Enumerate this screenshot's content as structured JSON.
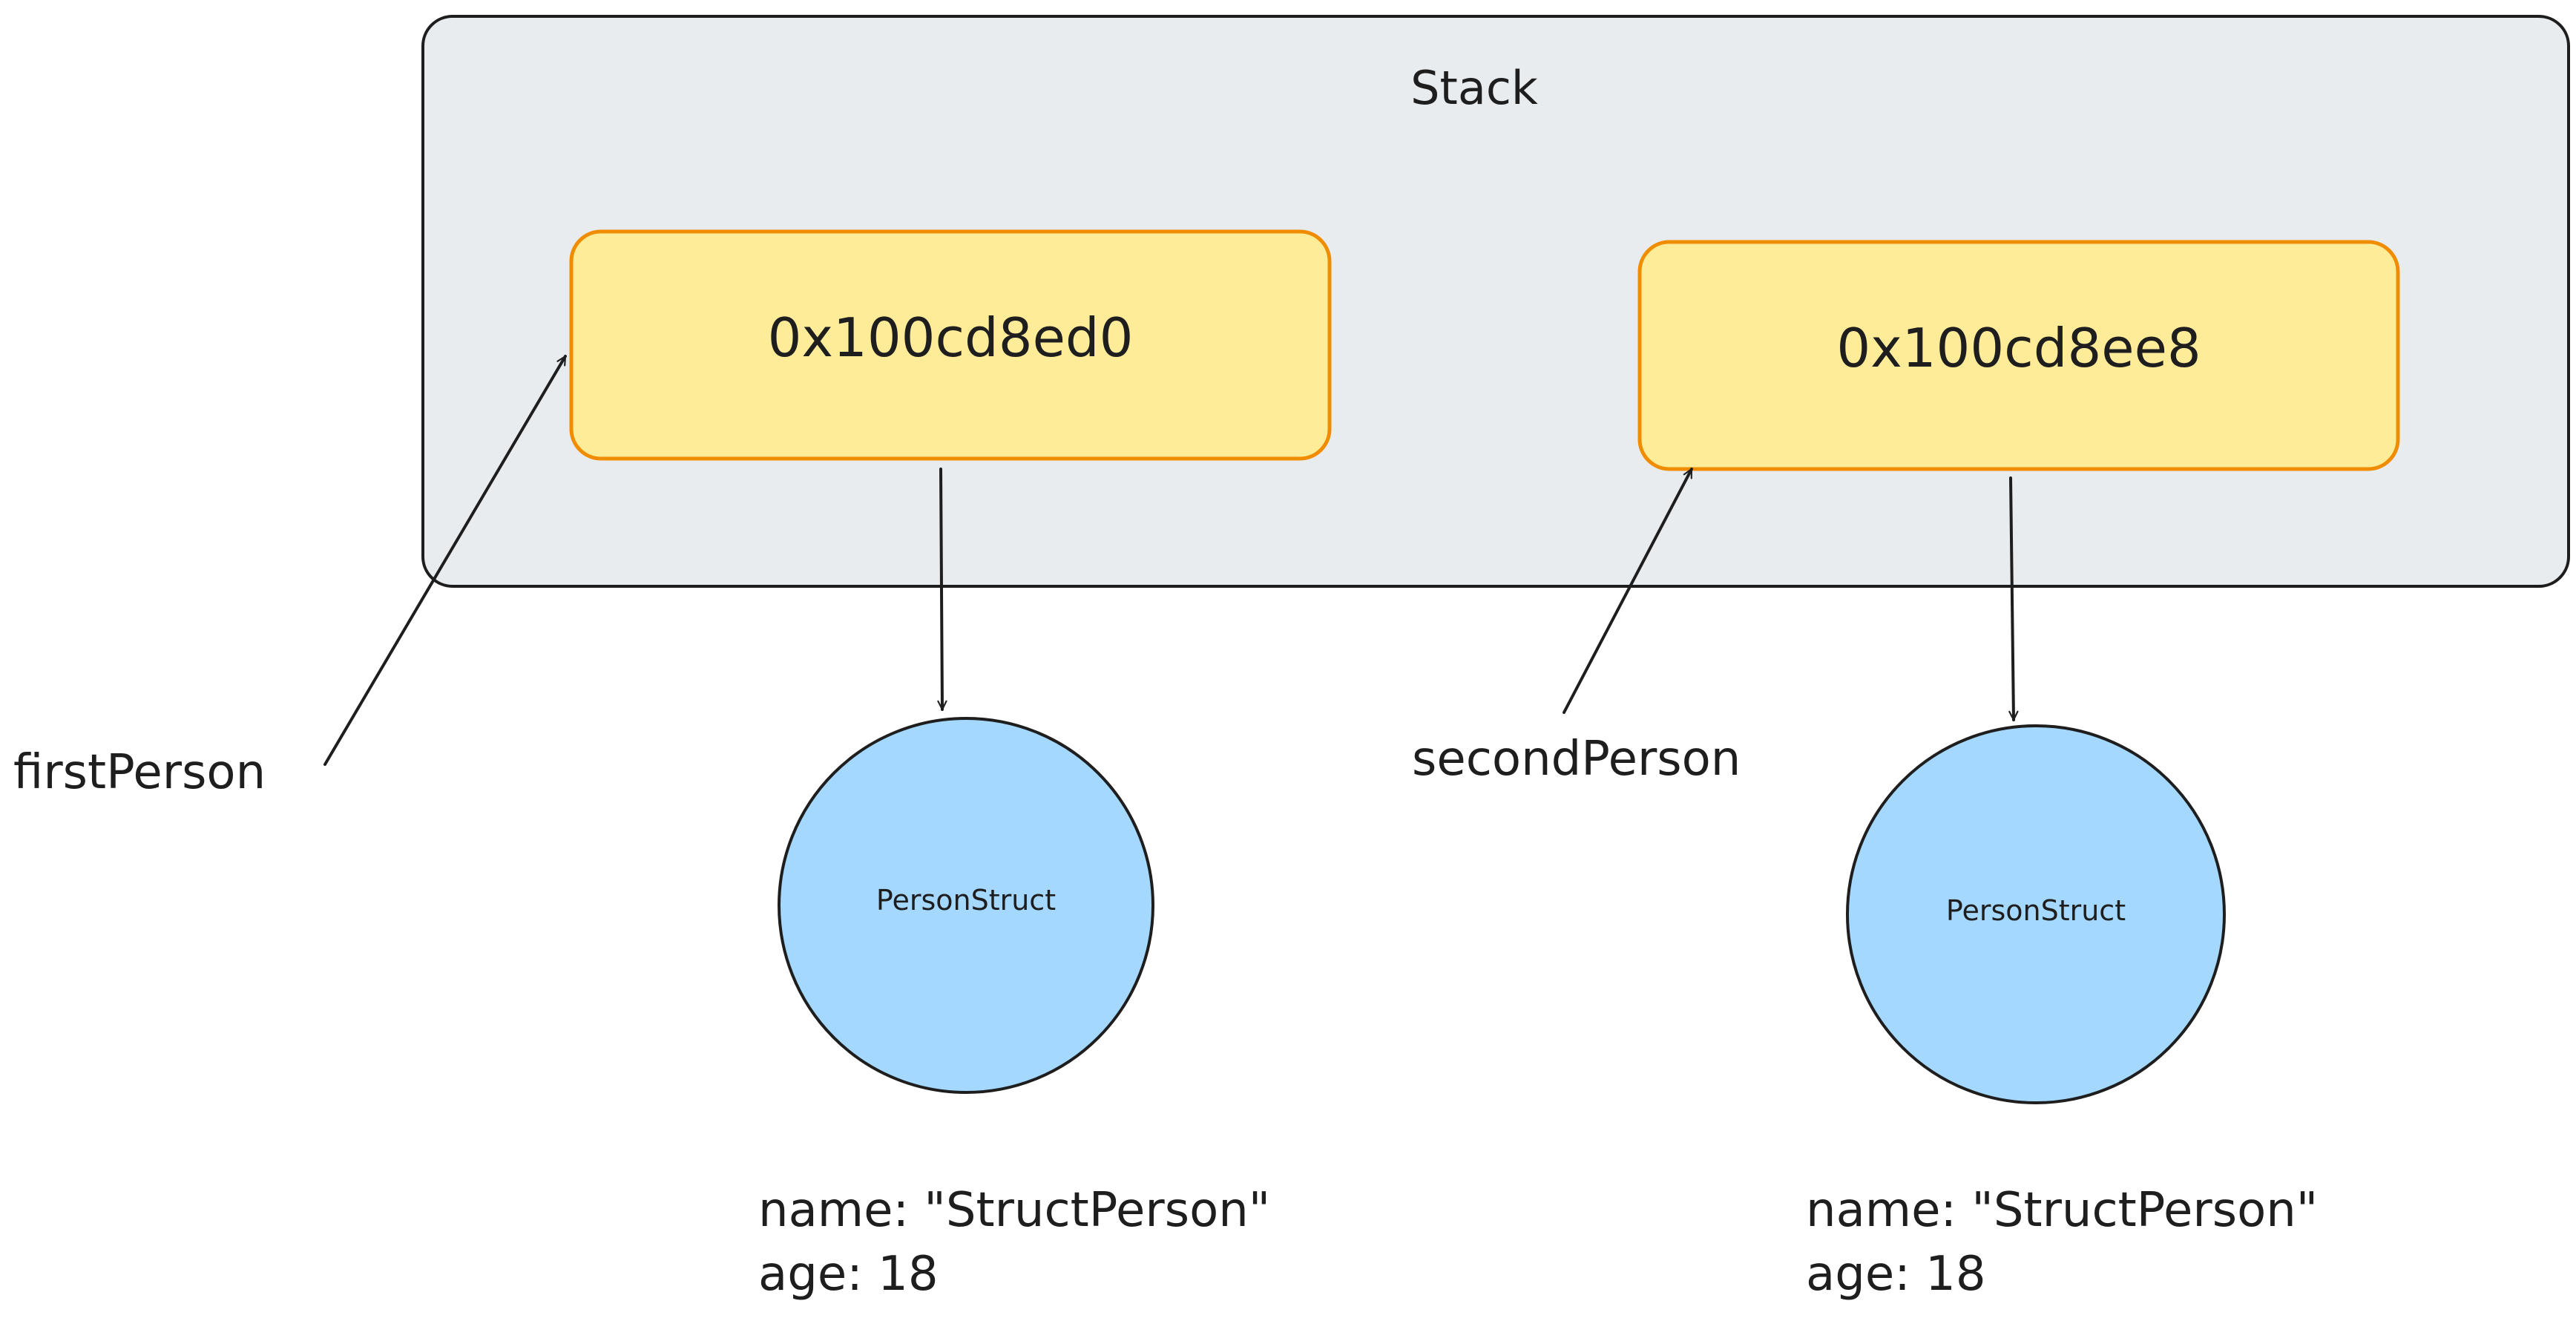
{
  "stack": {
    "title": "Stack",
    "fill": "#e9ecef"
  },
  "addresses": [
    {
      "value": "0x100cd8ed0",
      "fill": "#ffec99",
      "stroke": "#f08c00"
    },
    {
      "value": "0x100cd8ee8",
      "fill": "#ffec99",
      "stroke": "#f08c00"
    }
  ],
  "variables": [
    {
      "label": "firstPerson"
    },
    {
      "label": "secondPerson"
    }
  ],
  "objects": [
    {
      "label": "PersonStruct",
      "fill": "#a5d8ff",
      "name_line": "name: \"StructPerson\"",
      "age_line": "age: 18"
    },
    {
      "label": "PersonStruct",
      "fill": "#a5d8ff",
      "name_line": "name: \"StructPerson\"",
      "age_line": "age: 18"
    }
  ],
  "colors": {
    "stroke": "#1e1e1e",
    "canvas": "#ffffff"
  }
}
